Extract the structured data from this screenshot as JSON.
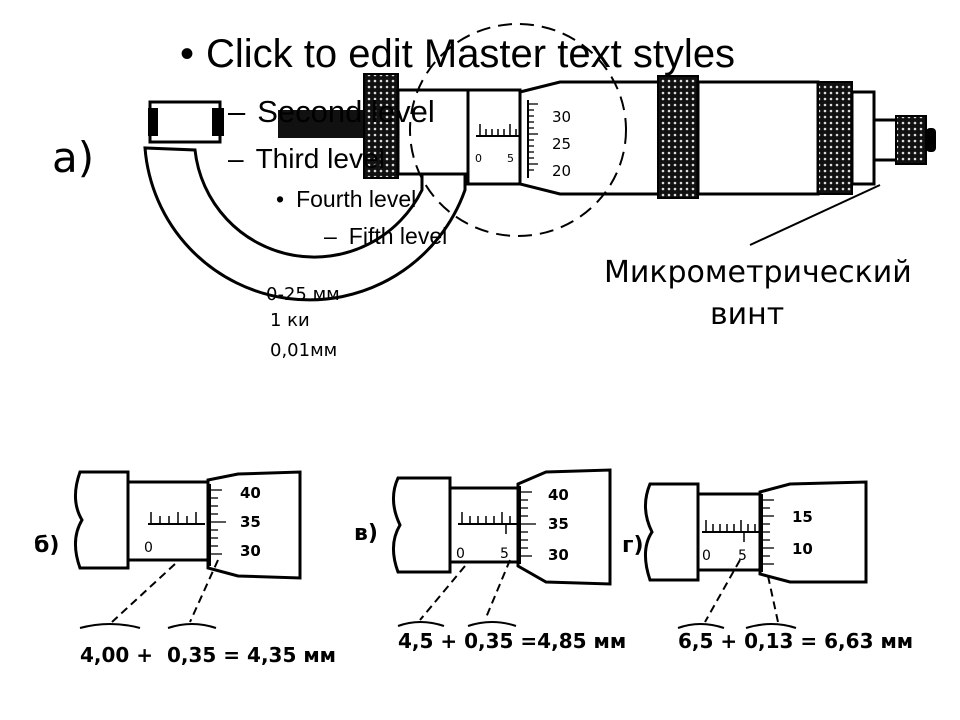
{
  "placeholder": {
    "level1": "Click to edit Master text styles",
    "level2": "Second level",
    "level3": "Third level",
    "level4": "Fourth level",
    "level5": "Fifth level",
    "bullet_round": "•",
    "bullet_dash": "–"
  },
  "figure_a": {
    "label": "а)",
    "spec_range": "0-25 мм",
    "spec_units": "1 ки",
    "spec_precision": "0,01мм",
    "screw_label_line1": "Микрометрический",
    "screw_label_line2": "винт",
    "sleeve_zero": "0",
    "sleeve_five": "5",
    "thimble_30": "30",
    "thimble_25": "25",
    "thimble_20": "20"
  },
  "examples": [
    {
      "label": "б)",
      "sleeve_zero": "0",
      "sleeve_five": "",
      "thimble_top": "40",
      "thimble_mid": "35",
      "thimble_bot": "30",
      "formula": "4,00 +  0,35 = 4,35 мм"
    },
    {
      "label": "в)",
      "sleeve_zero": "0",
      "sleeve_five": "5",
      "thimble_top": "40",
      "thimble_mid": "35",
      "thimble_bot": "30",
      "formula": "4,5 + 0,35 =4,85 мм"
    },
    {
      "label": "г)",
      "sleeve_zero": "0",
      "sleeve_five": "5",
      "thimble_top": "15",
      "thimble_mid": "",
      "thimble_bot": "10",
      "formula": "6,5 + 0,13 = 6,63 мм"
    }
  ]
}
